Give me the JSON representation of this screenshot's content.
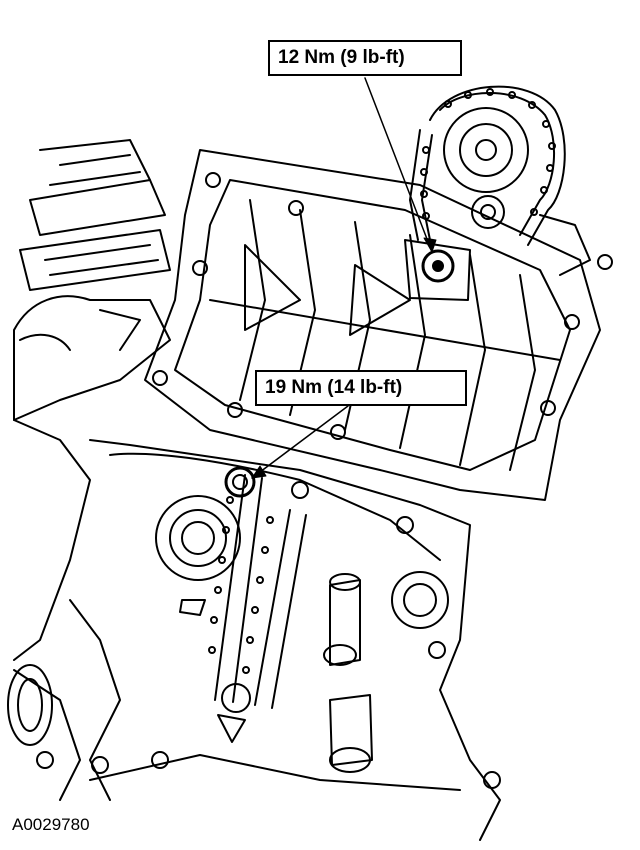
{
  "callouts": {
    "upper_torque": "12 Nm (9 lb-ft)",
    "lower_torque": "19 Nm (14 lb-ft)"
  },
  "figure": {
    "id": "A0029780"
  },
  "colors": {
    "line": "#000000",
    "background": "#ffffff"
  }
}
